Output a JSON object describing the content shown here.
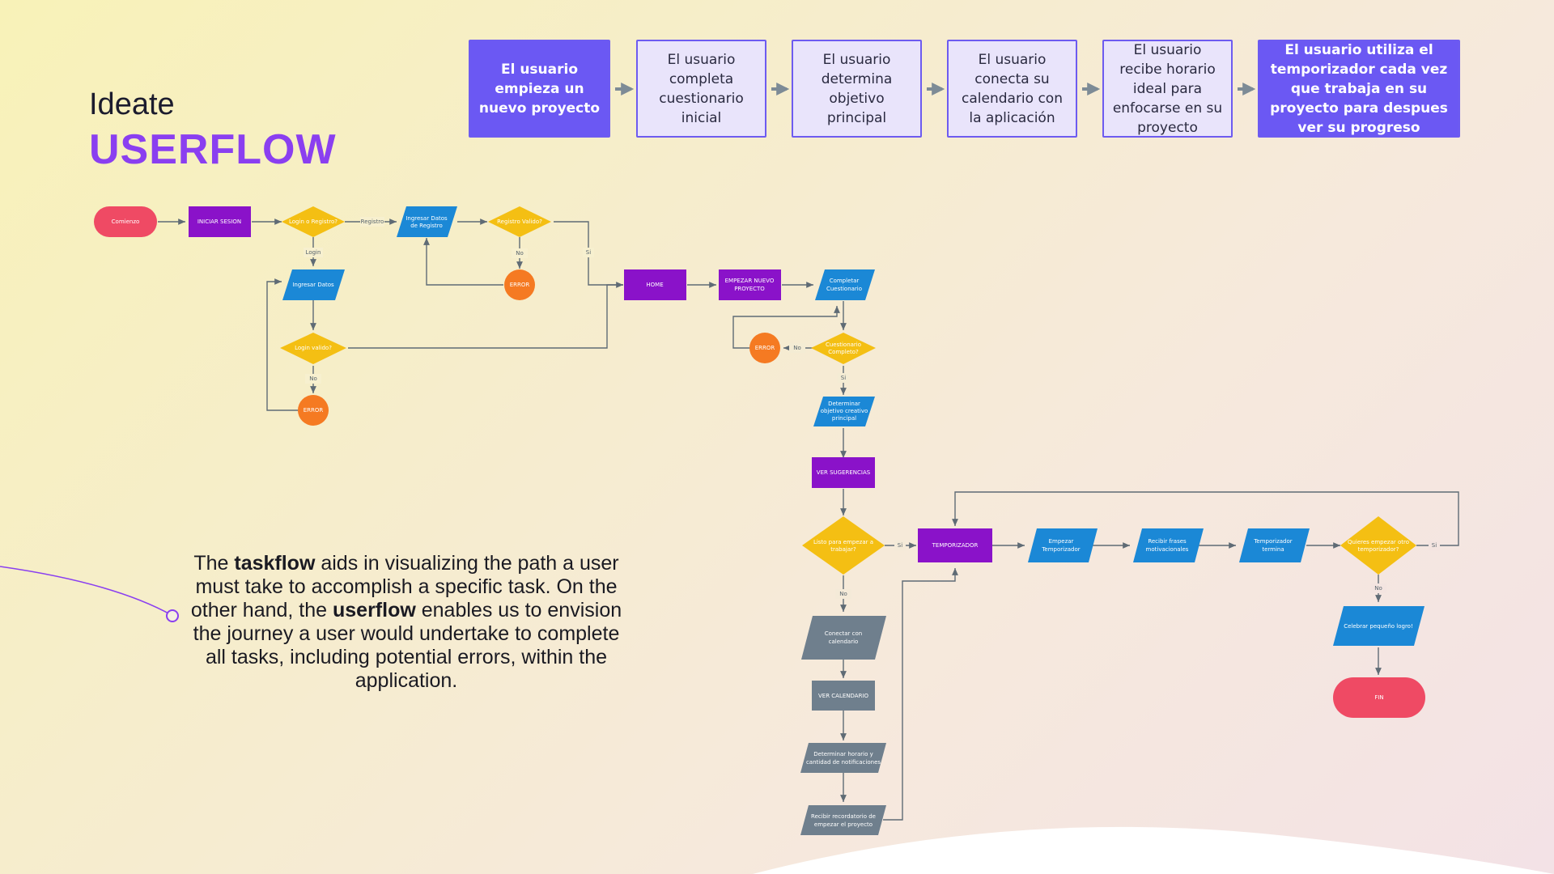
{
  "header": {
    "subtitle": "Ideate",
    "title": "USERFLOW"
  },
  "steps": [
    "El usuario empieza un nuevo proyecto",
    "El usuario completa cuestionario inicial",
    "El usuario determina objetivo principal",
    "El usuario conecta su calendario con la aplicación",
    "El usuario recibe horario ideal para enfocarse en su proyecto",
    "El usuario utiliza el temporizador cada vez que trabaja en su proyecto para despues ver su progreso"
  ],
  "flow": {
    "comienzo": "Comienzo",
    "iniciar_sesion": "INICIAR SESION",
    "login_registro": "Login o Registro?",
    "registro": "Registro",
    "ingresar_datos_registro": [
      "Ingresar Datos",
      "de Registro"
    ],
    "registro_valido": "Registro Valido?",
    "login": "Login",
    "ingresar_datos": "Ingresar Datos",
    "login_valido": "Login valido?",
    "error": "ERROR",
    "no": "No",
    "si": "Si",
    "home": "HOME",
    "empezar_nuevo_proyecto": [
      "EMPEZAR NUEVO",
      "PROYECTO"
    ],
    "completar_cuestionario": [
      "Completar",
      "Cuestionario"
    ],
    "cuestionario_completo": [
      "Cuestionario",
      "Completo?"
    ],
    "determinar_objetivo": [
      "Determinar",
      "objetivo creativo",
      "principal"
    ],
    "ver_sugerencias": "VER SUGERENCIAS",
    "listo_para_empezar": [
      "Listo para empezar a",
      "trabajar?"
    ],
    "temporizador": "TEMPORIZADOR",
    "empezar_temporizador": [
      "Empezar",
      "Temporizador"
    ],
    "recibir_frases": [
      "Recibir frases",
      "motivacionales"
    ],
    "temporizador_termina": [
      "Temporizador",
      "termina"
    ],
    "quieres_empezar_otro": [
      "Quieres empezar otro",
      "temporizador?"
    ],
    "celebrar_logro": "Celebrar pequeño logro!",
    "fin": "FIN",
    "conectar_calendario": [
      "Conectar con",
      "calendario"
    ],
    "ver_calendario": "VER CALENDARIO",
    "determinar_horario": [
      "Determinar horario y",
      "cantidad de notificaciones"
    ],
    "recibir_recordatorio": [
      "Recibir recordatorio de",
      "empezar el proyecto"
    ]
  },
  "description": {
    "p1": "The ",
    "b1": "taskflow",
    "p2": " aids in visualizing the path a user must take to accomplish a specific task. On the other hand, the ",
    "b2": "userflow",
    "p3": " enables us to envision the journey a user would undertake to complete all tasks, including potential errors, within the application."
  },
  "colors": {
    "terminal": "#ef4a64",
    "process": "#8a12c9",
    "decision": "#f4bf13",
    "io": "#1b88d6",
    "error": "#f57a22",
    "gray": "#6f7f8d",
    "accent": "#8a3ff0",
    "step_border": "#6d5bf0"
  }
}
